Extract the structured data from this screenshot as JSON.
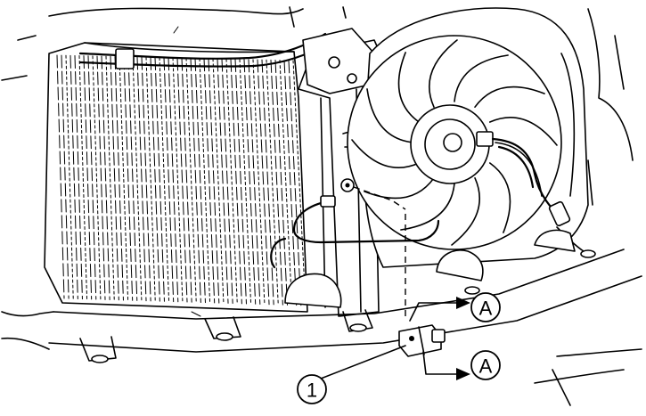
{
  "callouts": {
    "part_1": "1",
    "view_a_upper": "A",
    "view_a_lower": "A"
  },
  "colors": {
    "line": "#000000",
    "background": "#ffffff"
  }
}
